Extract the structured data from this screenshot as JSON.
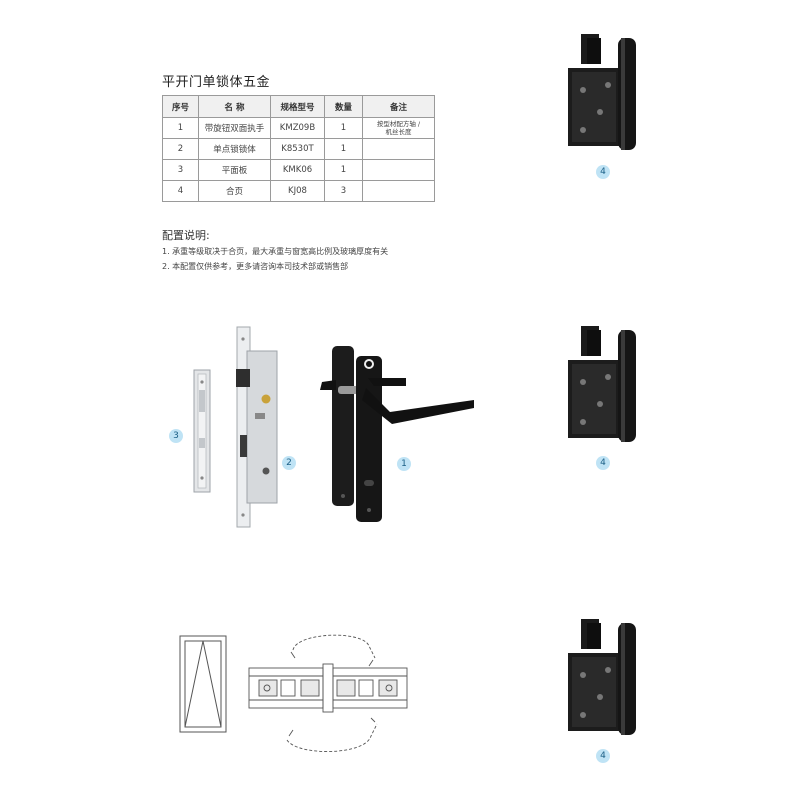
{
  "title": "平开门单锁体五金",
  "table": {
    "headers": [
      "序号",
      "名 称",
      "规格型号",
      "数量",
      "备注"
    ],
    "rows": [
      {
        "no": "1",
        "name": "带旋钮双面执手",
        "model": "KMZ09B",
        "qty": "1",
        "note_l1": "按型材配方轴 /",
        "note_l2": "机丝长度"
      },
      {
        "no": "2",
        "name": "单点锁锁体",
        "model": "K8530T",
        "qty": "1",
        "note_l1": "",
        "note_l2": ""
      },
      {
        "no": "3",
        "name": "平面板",
        "model": "KMK06",
        "qty": "1",
        "note_l1": "",
        "note_l2": ""
      },
      {
        "no": "4",
        "name": "合页",
        "model": "KJ08",
        "qty": "3",
        "note_l1": "",
        "note_l2": ""
      }
    ]
  },
  "config": {
    "title": "配置说明:",
    "lines": [
      "1. 承重等级取决于合页，最大承重与窗宽高比例及玻璃厚度有关",
      "2. 本配置仅供参考，更多请咨询本司技术部或销售部"
    ]
  },
  "badges": {
    "hinge_top": "4",
    "hinge_middle": "4",
    "hinge_bottom": "4",
    "handle": "1",
    "lock_body": "2",
    "strike_plate": "3"
  },
  "colors": {
    "badge_bg": "#bfe3f5",
    "badge_text": "#1b5f86",
    "hardware": "#1a1a1a",
    "steel": "#d9dcdf"
  }
}
